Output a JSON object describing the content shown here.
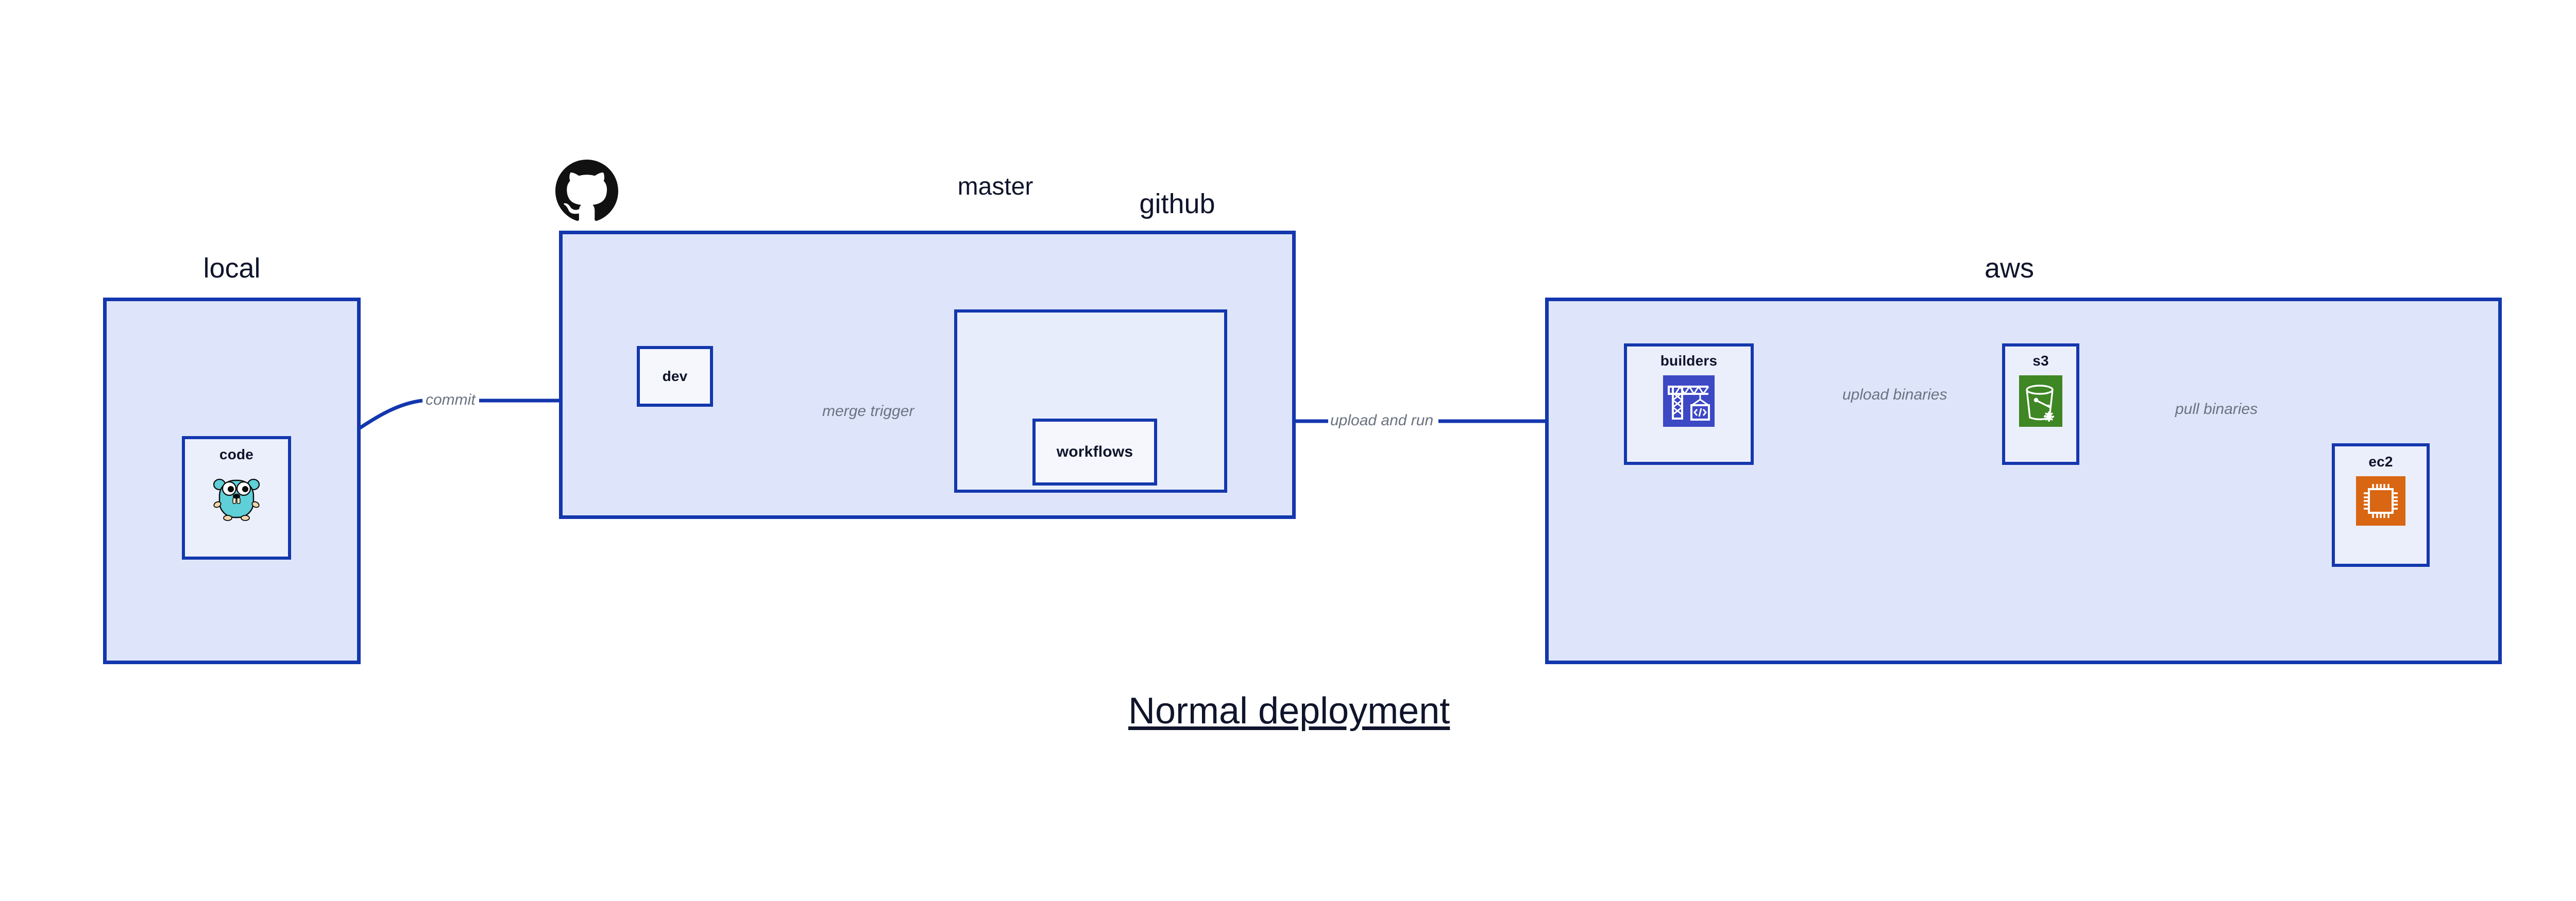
{
  "title": {
    "text": "Normal deployment"
  },
  "groups": [
    {
      "id": "local",
      "label": "local",
      "nodes": [
        {
          "id": "code",
          "label": "code",
          "icon": "go-gopher-icon"
        }
      ]
    },
    {
      "id": "github",
      "label": "github",
      "logo": "github-octocat-icon",
      "nodes": [
        {
          "id": "dev",
          "label": "dev",
          "icon": "none"
        }
      ],
      "subgroups": [
        {
          "id": "master",
          "label": "master",
          "nodes": [
            {
              "id": "workflows",
              "label": "workflows",
              "icon": "none"
            }
          ]
        }
      ]
    },
    {
      "id": "aws",
      "label": "aws",
      "nodes": [
        {
          "id": "builders",
          "label": "builders",
          "icon": "aws-codebuild-crane-icon"
        },
        {
          "id": "s3",
          "label": "s3",
          "icon": "aws-s3-bucket-icon"
        },
        {
          "id": "ec2",
          "label": "ec2",
          "icon": "aws-ec2-chip-icon"
        }
      ]
    }
  ],
  "edges": [
    {
      "id": "commit",
      "label": "commit",
      "from": "code",
      "to": "dev"
    },
    {
      "id": "merge-trigger",
      "label": "merge trigger",
      "from": "dev",
      "to": "workflows"
    },
    {
      "id": "upload-and-run",
      "label": "upload and run",
      "from": "workflows",
      "to": "builders"
    },
    {
      "id": "upload-binaries",
      "label": "upload binaries",
      "from": "builders",
      "to": "s3"
    },
    {
      "id": "pull-binaries",
      "label": "pull binaries",
      "from": "s3",
      "to": "ec2"
    }
  ],
  "colors": {
    "group_fill": "#dee5fa",
    "subgroup_fill": "#e8edfb",
    "node_fill": "#ebeffc",
    "plain_node_fill": "#f5f7fd",
    "border": "#1337ad",
    "edge": "#1337ad",
    "edge_label": "#6b7280",
    "text": "#10142b",
    "codebuild_blue": "#3c48c4",
    "s3_green": "#3f8624",
    "ec2_orange": "#d86613",
    "gopher_body": "#5fcfd8",
    "background": "#ffffff"
  }
}
